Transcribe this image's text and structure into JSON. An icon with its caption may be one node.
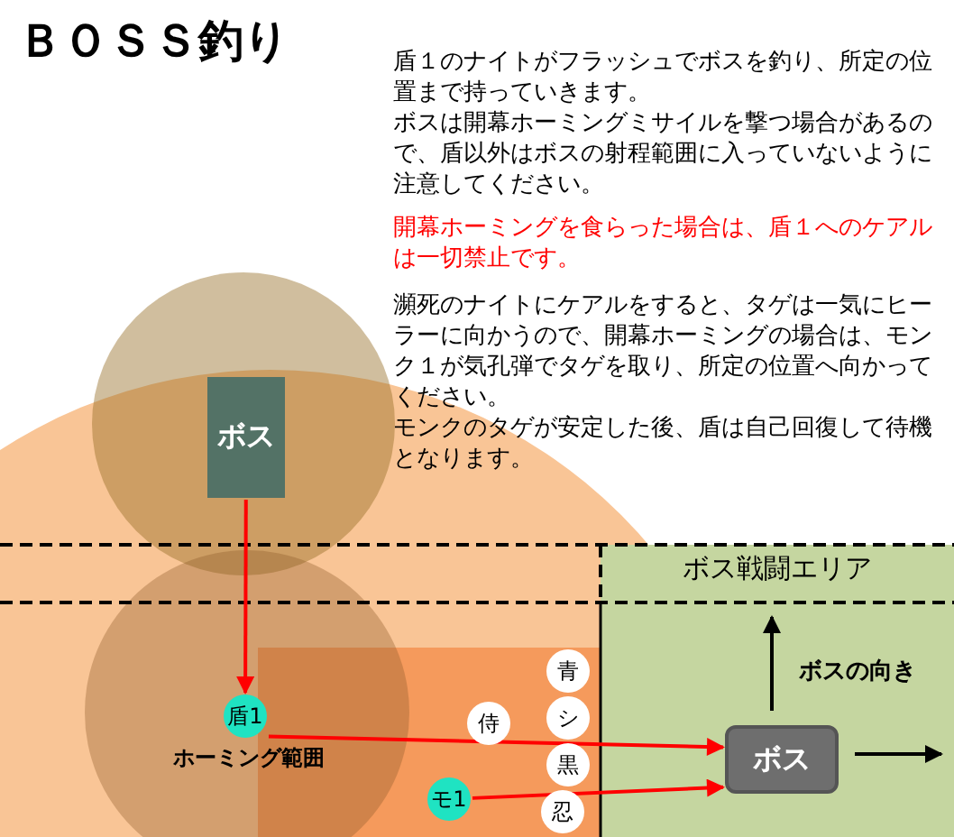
{
  "diagram": {
    "title": "ＢＯＳＳ釣り",
    "nodes": [
      {
        "text": [
          "ボス"
        ]
      },
      {
        "text": [
          "ボス戦闘エリア"
        ]
      },
      {
        "text": [
          "ボス"
        ],
        "in": 1
      },
      {
        "text": [
          "青"
        ]
      },
      {
        "text": [
          "侍"
        ]
      },
      {
        "text": [
          "盾1"
        ]
      },
      {
        "text": [
          "シ"
        ]
      },
      {
        "text": [
          "モ1"
        ]
      },
      {
        "text": [
          "黒"
        ]
      },
      {
        "text": [
          "忍"
        ]
      }
    ],
    "edges": [
      {
        "from": 0,
        "to": 5,
        "arrow": "to"
      },
      {
        "from": 5,
        "to": 2,
        "arrow": "to"
      },
      {
        "from": 7,
        "to": 2,
        "arrow": "to"
      }
    ],
    "labels": [
      "盾１のナイトがフラッシュでボスを釣り、所定の位置まで持っていきます。",
      "ボスは開幕ホーミングミサイルを撃つ場合があるので、盾以外はボスの射程範囲に入っていないように注意してください。",
      "開幕ホーミングを食らった場合は、盾１へのケアルは一切禁止です。",
      "瀕死のナイトにケアルをすると、タゲは一気にヒーラーに向かうので、開幕ホーミングの場合は、モンク１が気孔弾でタゲを取り、所定の位置へ向かってください。",
      "モンクのタゲが安定した後、盾は自己回復して待機となります。",
      "ホーミング範囲",
      "ボスの向き"
    ]
  }
}
